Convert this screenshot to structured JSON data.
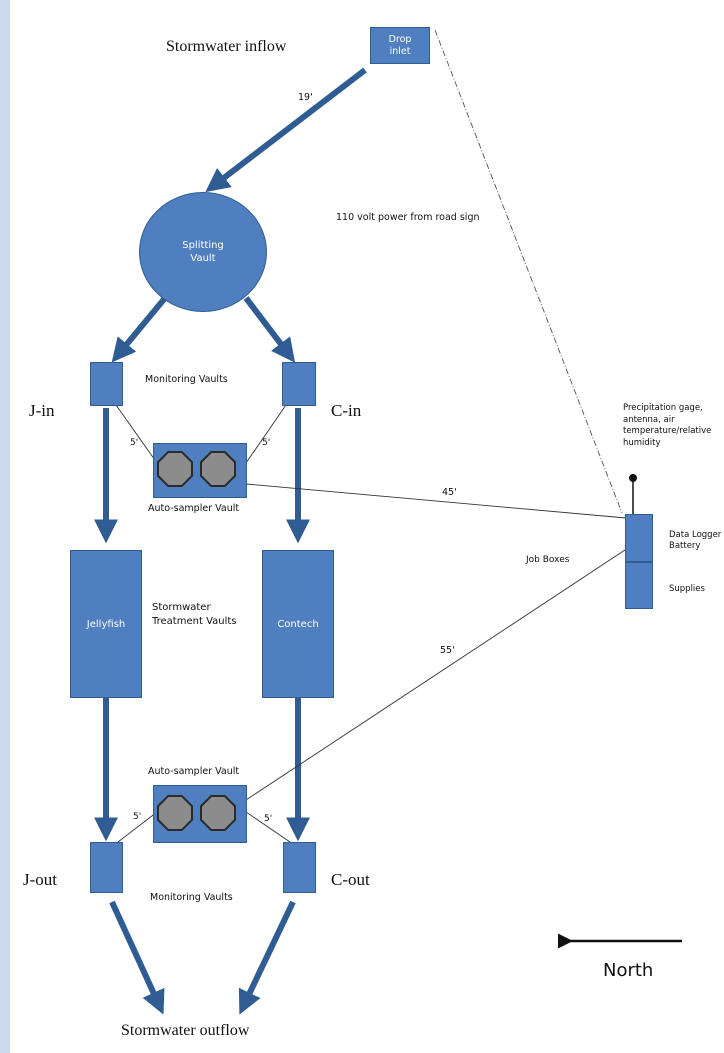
{
  "labels": {
    "stormwater_inflow": "Stormwater inflow",
    "stormwater_outflow": "Stormwater outflow",
    "drop_inlet": "Drop inlet",
    "splitting_vault": "Splitting Vault",
    "monitoring_vaults_top": "Monitoring Vaults",
    "monitoring_vaults_bottom": "Monitoring Vaults",
    "j_in": "J-in",
    "c_in": "C-in",
    "j_out": "J-out",
    "c_out": "C-out",
    "autosampler_top": "Auto-sampler Vault",
    "autosampler_bottom": "Auto-sampler Vault",
    "jellyfish": "Jellyfish",
    "contech": "Contech",
    "treatment_vaults": "Stormwater Treatment Vaults",
    "power": "110 volt power from road sign",
    "precip": "Precipitation gage, antenna, air temperature/relative humidity",
    "data_logger": "Data Logger Battery",
    "supplies": "Supplies",
    "job_boxes": "Job Boxes",
    "north": "North"
  },
  "distances": {
    "inlet_to_split": "19'",
    "j_in_sampler": "5'",
    "c_in_sampler": "5'",
    "to_top_sampler": "45'",
    "to_bottom_sampler": "55'",
    "j_out_sampler": "5'",
    "c_out_sampler": "5'"
  },
  "colors": {
    "fill": "#4f7fbf",
    "stroke": "#2f5d93",
    "arrow": "#2f5d93",
    "sampler": "#8c8c8c",
    "sidebar": "#cbd9ec"
  }
}
